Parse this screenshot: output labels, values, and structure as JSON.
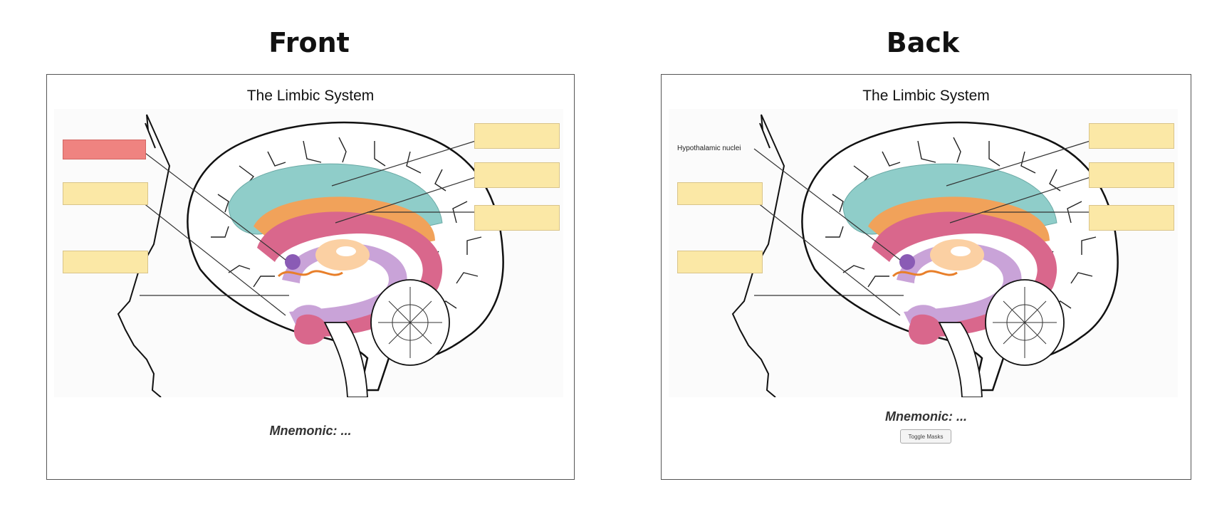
{
  "headings": {
    "front": "Front",
    "back": "Back"
  },
  "front": {
    "title": "The Limbic System",
    "mnemonic": "Mnemonic: ..."
  },
  "back": {
    "title": "The Limbic System",
    "mnemonic": "Mnemonic: ...",
    "revealed_label": "Hypothalamic nuclei",
    "toggle_button": "Toggle Masks"
  },
  "colors": {
    "mask": "#fbe8a6",
    "active_mask": "#ef8380",
    "cingulate": "#8fcdc9",
    "orange_band": "#f1a25a",
    "pink_band": "#d9678c",
    "lavender": "#c9a3d8",
    "purple_node": "#8a5bb5"
  }
}
